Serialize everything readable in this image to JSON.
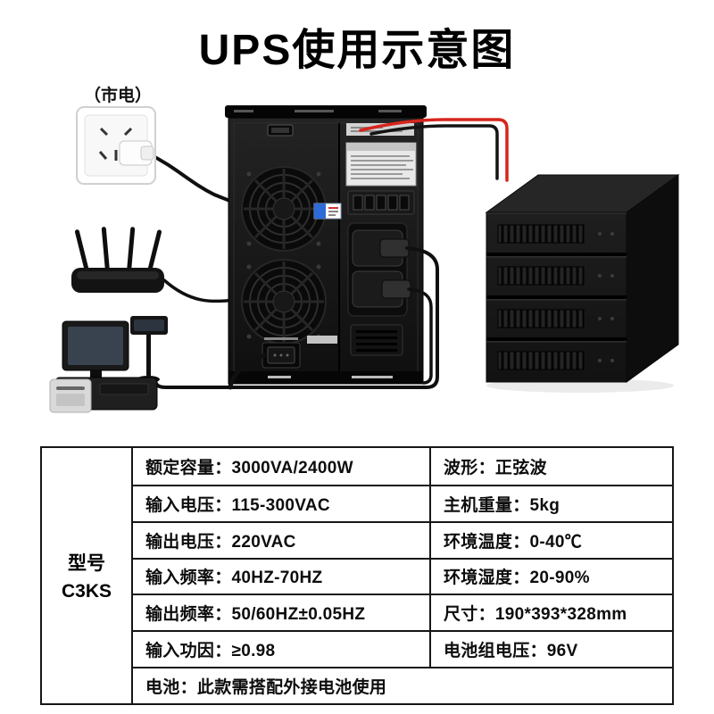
{
  "page": {
    "title": "UPS使用示意图",
    "background": "#ffffff"
  },
  "diagram": {
    "mains_label": "（市电）",
    "wire_colors": {
      "battery_wire_red": "#d6251d",
      "battery_wire_black": "#141414",
      "power_cable_black": "#101010"
    }
  },
  "spec_table": {
    "model_label": "型号",
    "model_value": "C3KS",
    "rows": [
      {
        "left": "额定容量：3000VA/2400W",
        "right": "波形：正弦波"
      },
      {
        "left": "输入电压：115-300VAC",
        "right": "主机重量：5kg"
      },
      {
        "left": "输出电压：220VAC",
        "right": "环境温度：0-40℃"
      },
      {
        "left": "输入频率：40HZ-70HZ",
        "right": "环境湿度：20-90%"
      },
      {
        "left": "输出频率：50/60HZ±0.05HZ",
        "right": "尺寸：190*393*328mm"
      },
      {
        "left": "输入功因：≥0.98",
        "right": "电池组电压：96V"
      }
    ],
    "battery_note": "电池：此款需搭配外接电池使用"
  }
}
